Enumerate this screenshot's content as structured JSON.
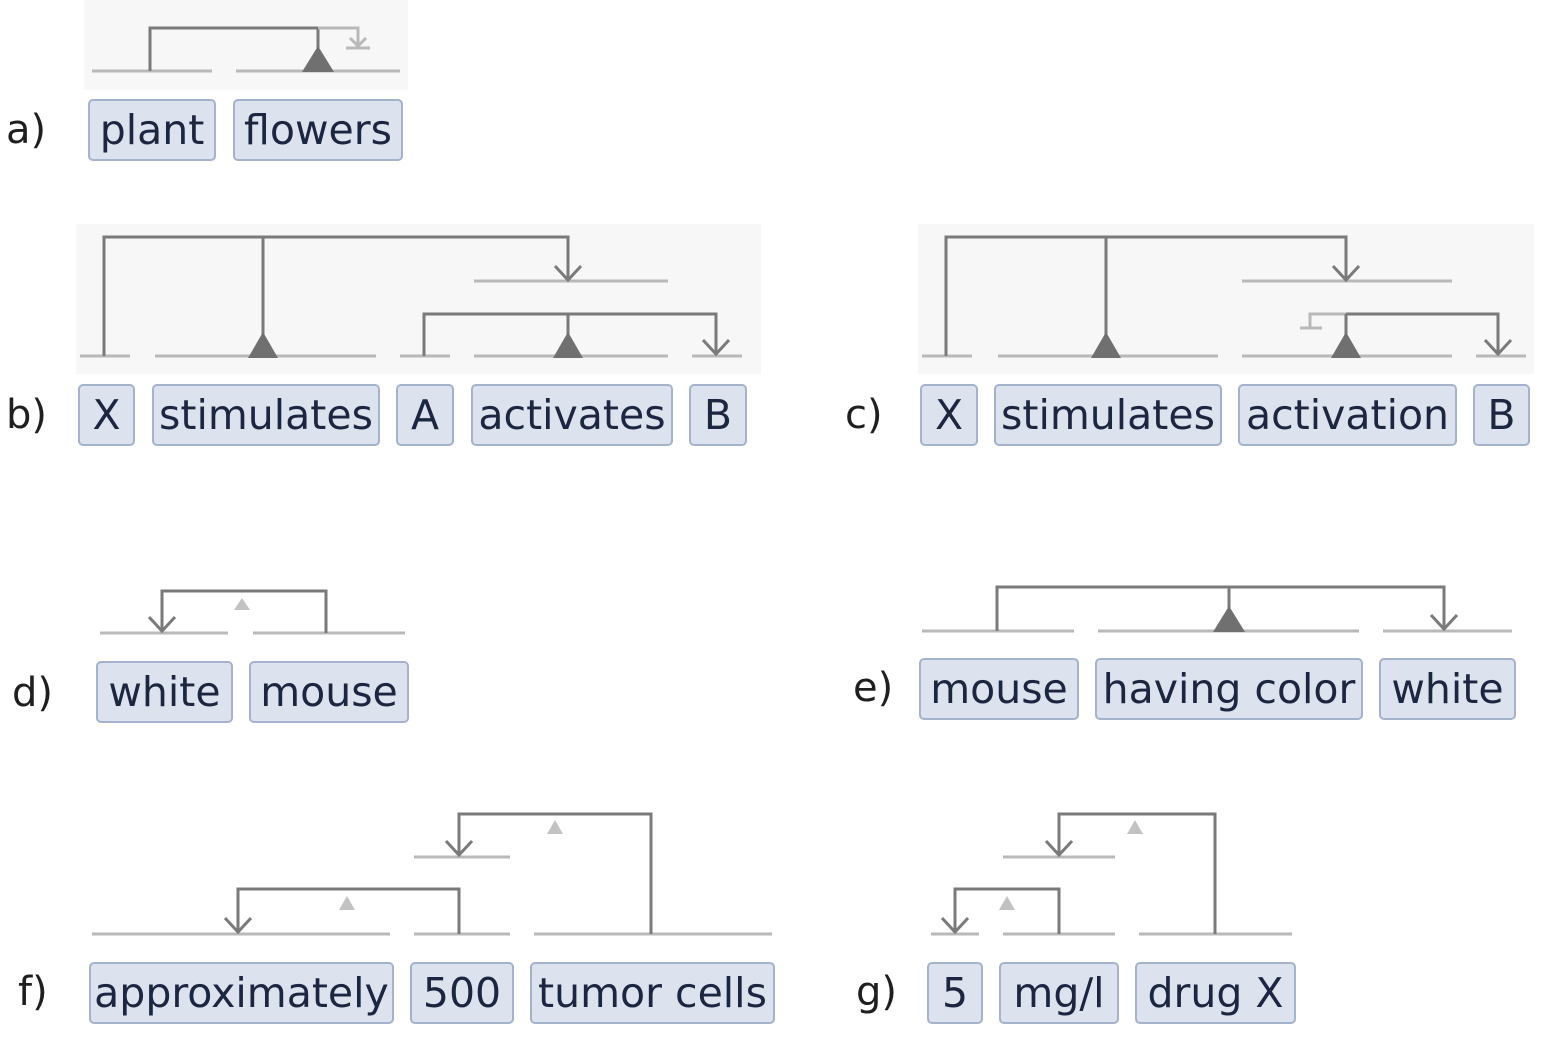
{
  "examples": [
    {
      "id": "a",
      "label": "a)",
      "tokens": [
        "plant",
        "flowers"
      ]
    },
    {
      "id": "b",
      "label": "b)",
      "tokens": [
        "X",
        "stimulates",
        "A",
        "activates",
        "B"
      ]
    },
    {
      "id": "c",
      "label": "c)",
      "tokens": [
        "X",
        "stimulates",
        "activation",
        "B"
      ]
    },
    {
      "id": "d",
      "label": "d)",
      "tokens": [
        "white",
        "mouse"
      ]
    },
    {
      "id": "e",
      "label": "e)",
      "tokens": [
        "mouse",
        "having color",
        "white"
      ]
    },
    {
      "id": "f",
      "label": "f)",
      "tokens": [
        "approximately",
        "500",
        "tumor cells"
      ]
    },
    {
      "id": "g",
      "label": "g)",
      "tokens": [
        "5",
        "mg/l",
        "drug X"
      ]
    }
  ],
  "colors": {
    "token_fill": "#dde3ee",
    "token_border": "#a5b2cc",
    "arc_dark": "#7a7a7a",
    "arc_light": "#b9b9b9",
    "panel": "#f7f7f7"
  }
}
